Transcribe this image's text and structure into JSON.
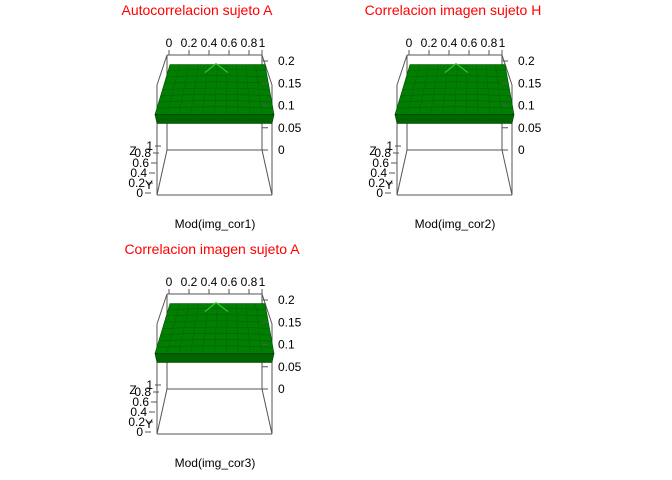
{
  "chart_data": [
    {
      "type": "surface",
      "title": "Autocorrelacion sujeto A",
      "xlabel": "Mod(img_cor1)",
      "axis_letters": {
        "z": "Z",
        "y": "Y"
      },
      "x_ticks": [
        "0",
        "0.2",
        "0.4",
        "0.6",
        "0.8",
        "1"
      ],
      "y_ticks": [
        "0",
        "0.2",
        "0.4",
        "0.6",
        "0.8",
        "1"
      ],
      "z_ticks": [
        "0",
        "0.05",
        "0.1",
        "0.15",
        "0.2"
      ],
      "zlim": [
        0,
        0.2
      ],
      "surface_level": 0.165,
      "color": "#008000"
    },
    {
      "type": "surface",
      "title": "Correlacion imagen sujeto H",
      "xlabel": "Mod(img_cor2)",
      "axis_letters": {
        "z": "Z",
        "y": "Y"
      },
      "x_ticks": [
        "0",
        "0.2",
        "0.4",
        "0.6",
        "0.8",
        "1"
      ],
      "y_ticks": [
        "0",
        "0.2",
        "0.4",
        "0.6",
        "0.8",
        "1"
      ],
      "z_ticks": [
        "0",
        "0.05",
        "0.1",
        "0.15",
        "0.2"
      ],
      "zlim": [
        0,
        0.2
      ],
      "surface_level": 0.165,
      "color": "#008000"
    },
    {
      "type": "surface",
      "title": "Correlacion imagen sujeto A",
      "xlabel": "Mod(img_cor3)",
      "axis_letters": {
        "z": "Z",
        "y": "Y"
      },
      "x_ticks": [
        "0",
        "0.2",
        "0.4",
        "0.6",
        "0.8",
        "1"
      ],
      "y_ticks": [
        "0",
        "0.2",
        "0.4",
        "0.6",
        "0.8",
        "1"
      ],
      "z_ticks": [
        "0",
        "0.05",
        "0.1",
        "0.15",
        "0.2"
      ],
      "zlim": [
        0,
        0.2
      ],
      "surface_level": 0.165,
      "color": "#008000"
    }
  ]
}
